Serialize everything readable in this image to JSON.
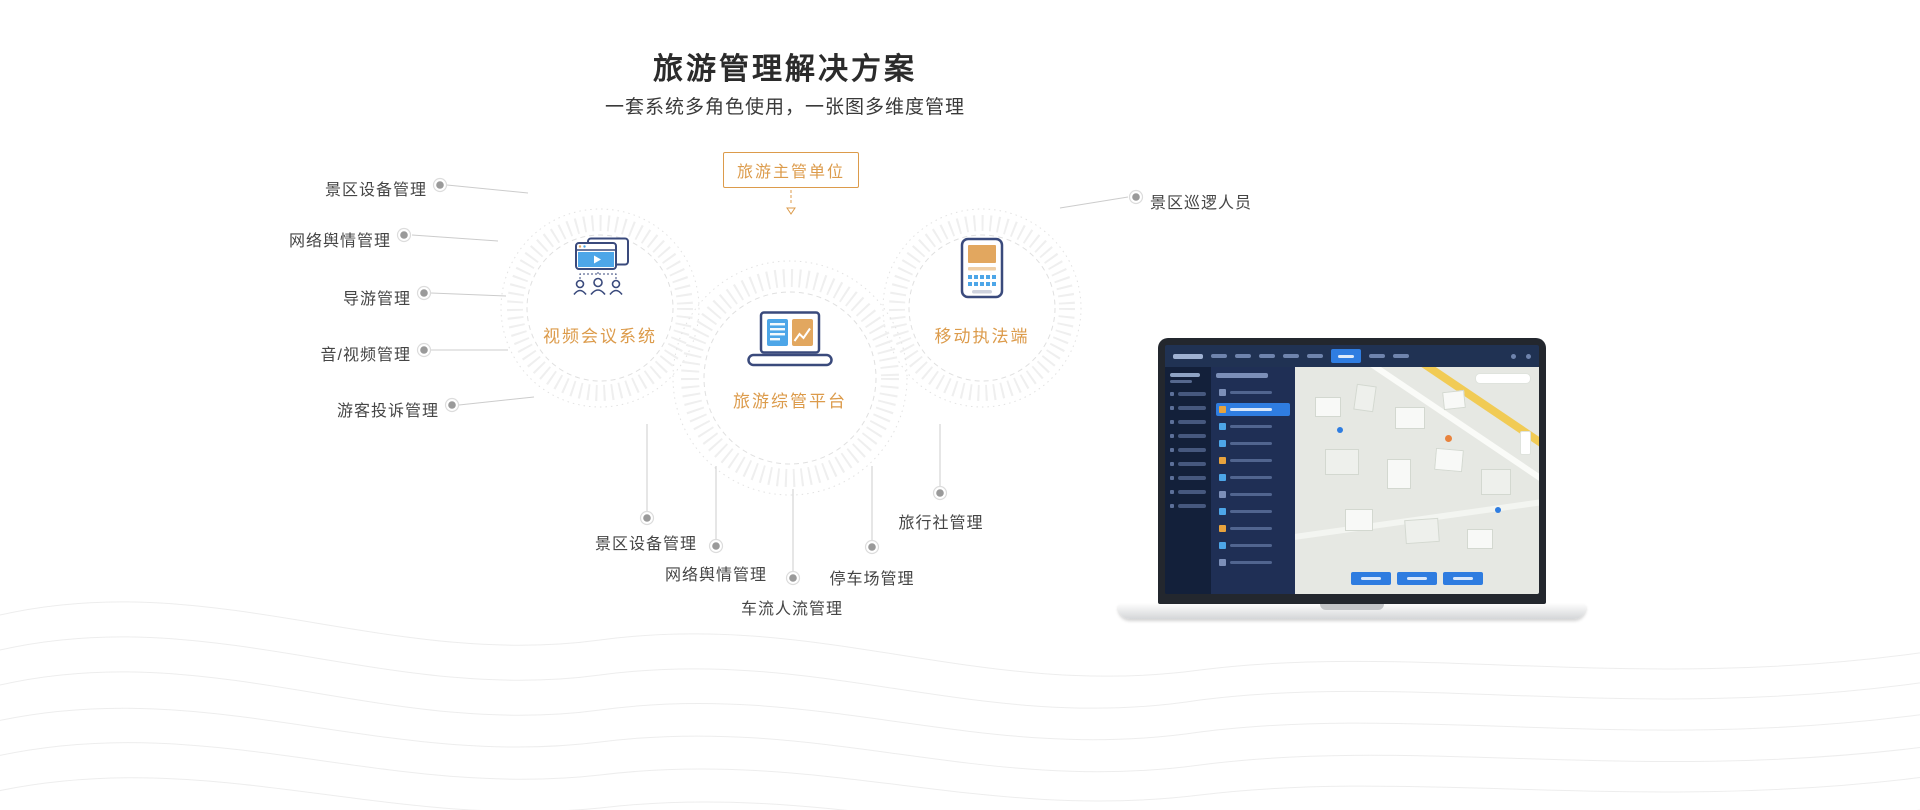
{
  "page": {
    "title": "旅游管理解决方案",
    "subtitle": "一套系统多角色使用，一张图多维度管理"
  },
  "diagram": {
    "authority": "旅游主管单位",
    "nodes": {
      "video": "视频会议系统",
      "platform": "旅游综管平台",
      "mobile": "移动执法端"
    },
    "left_labels": [
      "景区设备管理",
      "网络舆情管理",
      "导游管理",
      "音/视频管理",
      "游客投诉管理"
    ],
    "right_labels": [
      "景区巡逻人员"
    ],
    "bottom_labels": [
      "景区设备管理",
      "网络舆情管理",
      "车流人流管理",
      "停车场管理",
      "旅行社管理"
    ]
  },
  "colors": {
    "accent_orange": "#DC9B4B",
    "text_dark": "#333333",
    "icon_navy": "#3A4A7C",
    "icon_blue": "#4DA6E8",
    "icon_orange": "#E2A75F",
    "dot_gray": "#9B9B9B",
    "line_gray": "#CCCCCC"
  }
}
